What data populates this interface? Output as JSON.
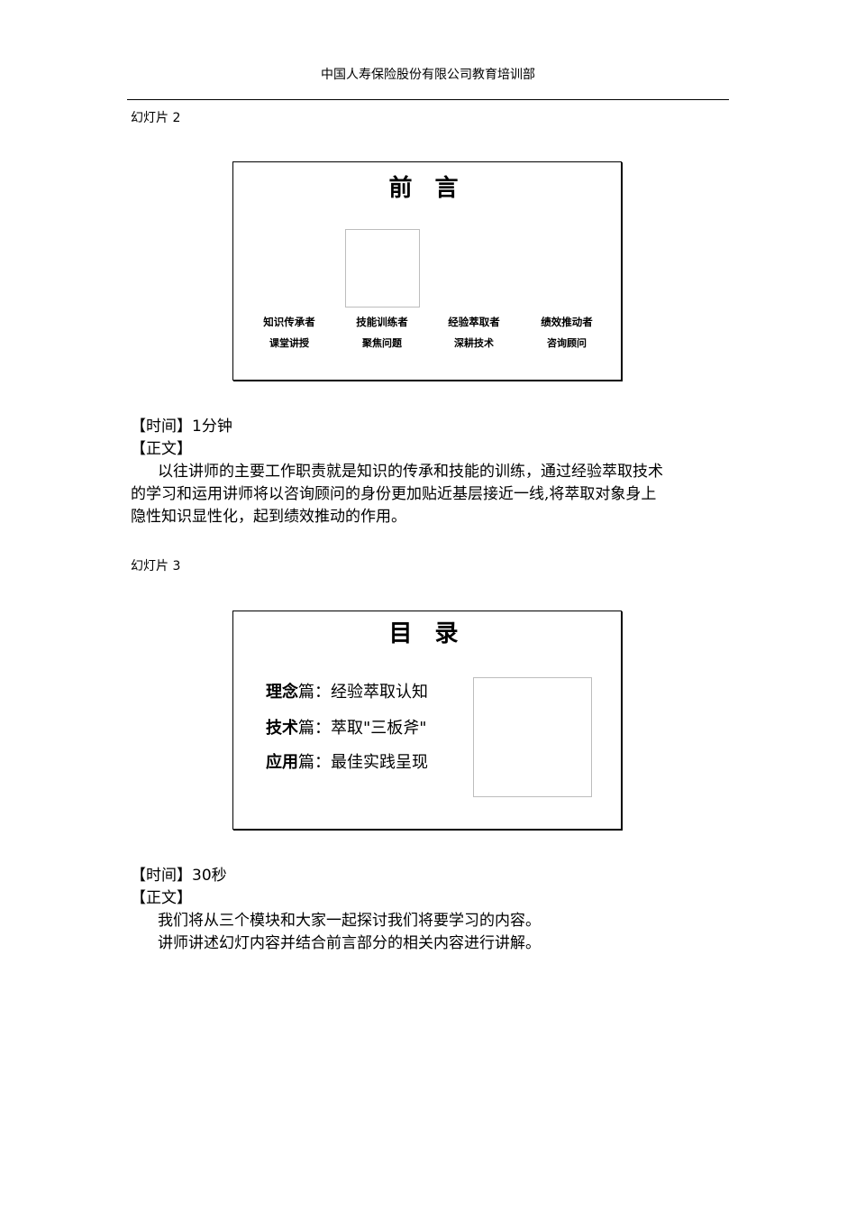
{
  "header": {
    "org": "中国人寿保险股份有限公司教育培训部"
  },
  "slide2": {
    "label": "幻灯片  2",
    "title": "前 言",
    "roles": [
      {
        "title": "知识传承者",
        "sub": "课堂讲授"
      },
      {
        "title": "技能训练者",
        "sub": "聚焦问题"
      },
      {
        "title": "经验萃取者",
        "sub": "深耕技术"
      },
      {
        "title": "绩效推动者",
        "sub": "咨询顾问"
      }
    ],
    "time_tag": "【时间】",
    "time_value": "1分钟",
    "body_tag": "【正文】",
    "body_lines": [
      "以往讲师的主要工作职责就是知识的传承和技能的训练，通过经验萃取技术",
      "的学习和运用讲师将以咨询顾问的身份更加贴近基层接近一线,将萃取对象身上",
      "隐性知识显性化，起到绩效推动的作用。"
    ]
  },
  "slide3": {
    "label": "幻灯片  3",
    "title": "目 录",
    "toc": [
      {
        "bold": "理念",
        "rest": "篇：经验萃取认知"
      },
      {
        "bold": "技术",
        "rest": "篇：萃取\"三板斧\""
      },
      {
        "bold": "应用",
        "rest": "篇：最佳实践呈现"
      }
    ],
    "time_tag": "【时间】",
    "time_value": "30秒",
    "body_tag": "【正文】",
    "body_lines": [
      "我们将从三个模块和大家一起探讨我们将要学习的内容。",
      "讲师讲述幻灯内容并结合前言部分的相关内容进行讲解。"
    ]
  }
}
